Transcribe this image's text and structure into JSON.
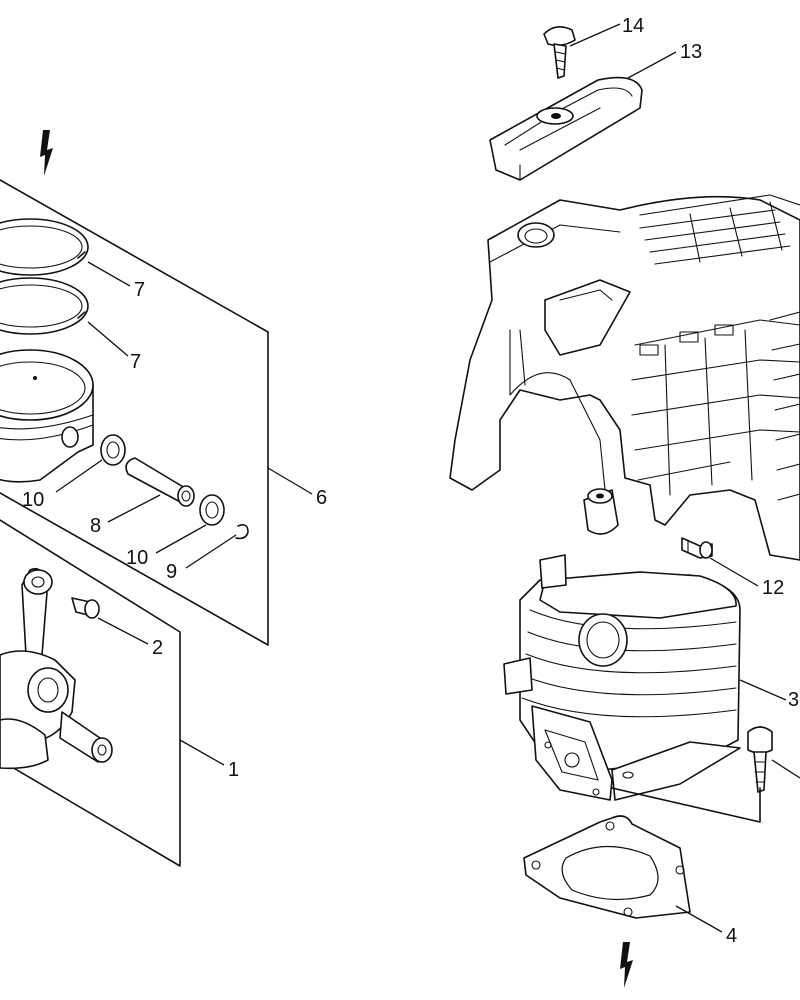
{
  "callouts": {
    "c1": "1",
    "c2": "2",
    "c3": "3",
    "c4": "4",
    "c6": "6",
    "c7a": "7",
    "c7b": "7",
    "c8": "8",
    "c9": "9",
    "c10a": "10",
    "c10b": "10",
    "c12": "12",
    "c13": "13",
    "c14": "14"
  },
  "colors": {
    "line": "#111111",
    "background": "#ffffff"
  },
  "icons": {
    "direction_arrow": "down-arrow-icon"
  }
}
